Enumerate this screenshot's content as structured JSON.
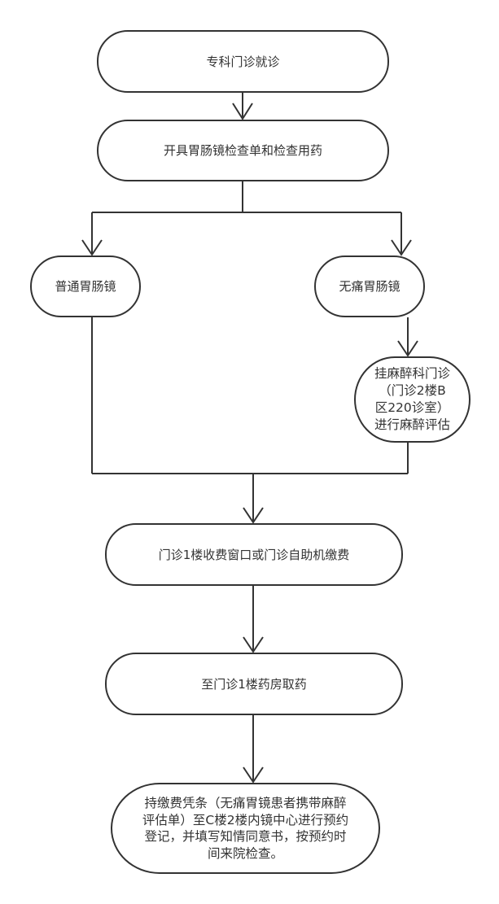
{
  "diagram": {
    "type": "flowchart",
    "stroke_color": "#333333",
    "background_color": "#ffffff",
    "nodes": [
      {
        "id": "n1",
        "label": "专科门诊就诊"
      },
      {
        "id": "n2",
        "label": "开具胃肠镜检查单和检查用药"
      },
      {
        "id": "n3",
        "label": "普通胃肠镜"
      },
      {
        "id": "n4",
        "label": "无痛胃肠镜"
      },
      {
        "id": "n5",
        "label": "挂麻醉科门诊（门诊2楼B区220诊室）进行麻醉评估",
        "lines": [
          "挂麻醉科门诊",
          "（门诊2楼B",
          "区220诊室）",
          "进行麻醉评估"
        ]
      },
      {
        "id": "n6",
        "label": "门诊1楼收费窗口或门诊自助机缴费"
      },
      {
        "id": "n7",
        "label": "至门诊1楼药房取药"
      },
      {
        "id": "n8",
        "label": "持缴费凭条（无痛胃镜患者携带麻醉评估单）至C楼2楼内镜中心进行预约登记，并填写知情同意书，按预约时间来院检查。",
        "lines": [
          "持缴费凭条（无痛胃镜患者携带麻醉",
          "评估单）至C楼2楼内镜中心进行预约",
          "登记，并填写知情同意书，按预约时",
          "间来院检查。"
        ]
      }
    ],
    "edges": [
      {
        "from": "n1",
        "to": "n2"
      },
      {
        "from": "n2",
        "to": "n3"
      },
      {
        "from": "n2",
        "to": "n4"
      },
      {
        "from": "n4",
        "to": "n5"
      },
      {
        "from": "n3",
        "to": "n6"
      },
      {
        "from": "n5",
        "to": "n6"
      },
      {
        "from": "n6",
        "to": "n7"
      },
      {
        "from": "n7",
        "to": "n8"
      }
    ]
  }
}
